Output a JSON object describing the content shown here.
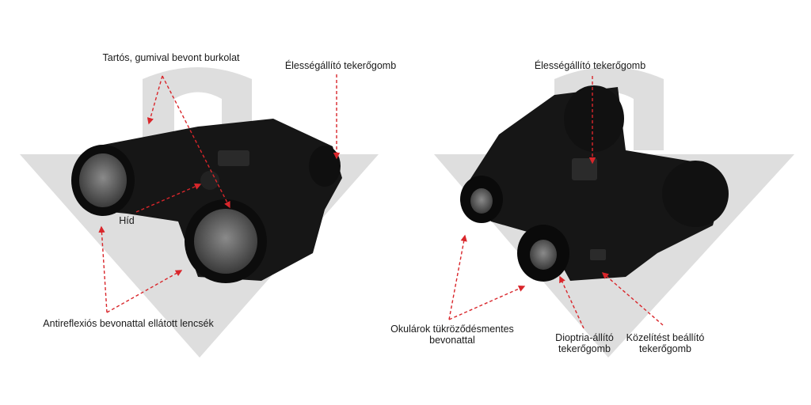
{
  "colors": {
    "annotation": "#d9262b",
    "watermark": "#dcdcdc",
    "product": "#141414"
  },
  "left_view": {
    "labels": {
      "body": "Tartós, gumival bevont burkolat",
      "focus": "Élességállító tekerőgomb",
      "bridge": "Híd",
      "lenses": "Antireflexiós bevonattal ellátott lencsék"
    }
  },
  "right_view": {
    "labels": {
      "focus": "Élességállító tekerőgomb",
      "eyepieces_line1": "Okulárok tükröződésmentes",
      "eyepieces_line2": "bevonattal",
      "diopter_line1": "Dioptria-állító",
      "diopter_line2": "tekerőgomb",
      "zoom_line1": "Közelítést beállító",
      "zoom_line2": "tekerőgomb"
    }
  }
}
